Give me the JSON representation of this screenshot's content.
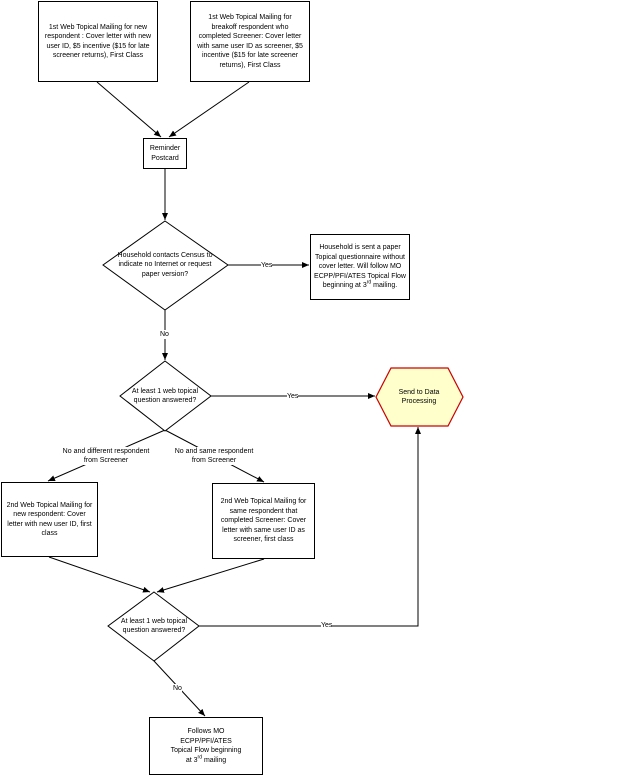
{
  "nodes": {
    "box_new_respondent": "1st Web Topical Mailing for new respondent : Cover letter with new user ID, $5 incentive ($15 for late screener returns), First Class",
    "box_breakoff": "1st Web Topical Mailing for breakoff respondent who completed Screener: Cover letter with same user ID as screener, $5 incentive ($15 for late screener returns), First Class",
    "box_reminder": "Reminder Postcard",
    "diamond_census": "Household contacts Census to indicate no Internet or request paper version?",
    "box_paper": {
      "pre": "Household is sent a paper Topical questionnaire without cover letter. Will follow MO ECPP/PFI/ATES Topical Flow beginning at 3",
      "sup": "rd",
      "post": " mailing."
    },
    "diamond_answered_1": "At least 1 web topical question answered?",
    "hexagon_data": "Send to Data Processing",
    "box_second_new": "2nd Web Topical Mailing for new respondent: Cover letter with new user ID, first class",
    "box_second_same": "2nd Web Topical Mailing for same respondent that completed Screener: Cover letter with same user ID as screener, first class",
    "diamond_answered_2": "At least 1 web topical question answered?",
    "box_follows": {
      "pre": "Follows MO ECPP/PFI/ATES Topical Flow beginning at 3",
      "sup": "rd",
      "post": " mailing"
    }
  },
  "edge_labels": {
    "yes_paper": "Yes",
    "no_census": "No",
    "yes_data_1": "Yes",
    "no_different": "No and different respondent from Screener",
    "no_same": "No and same respondent from Screener",
    "yes_data_2": "Yes",
    "no_final": "No"
  },
  "colors": {
    "line": "#000000",
    "hexagon_fill": "#ffffcc",
    "hexagon_stroke": "#cc0000"
  }
}
